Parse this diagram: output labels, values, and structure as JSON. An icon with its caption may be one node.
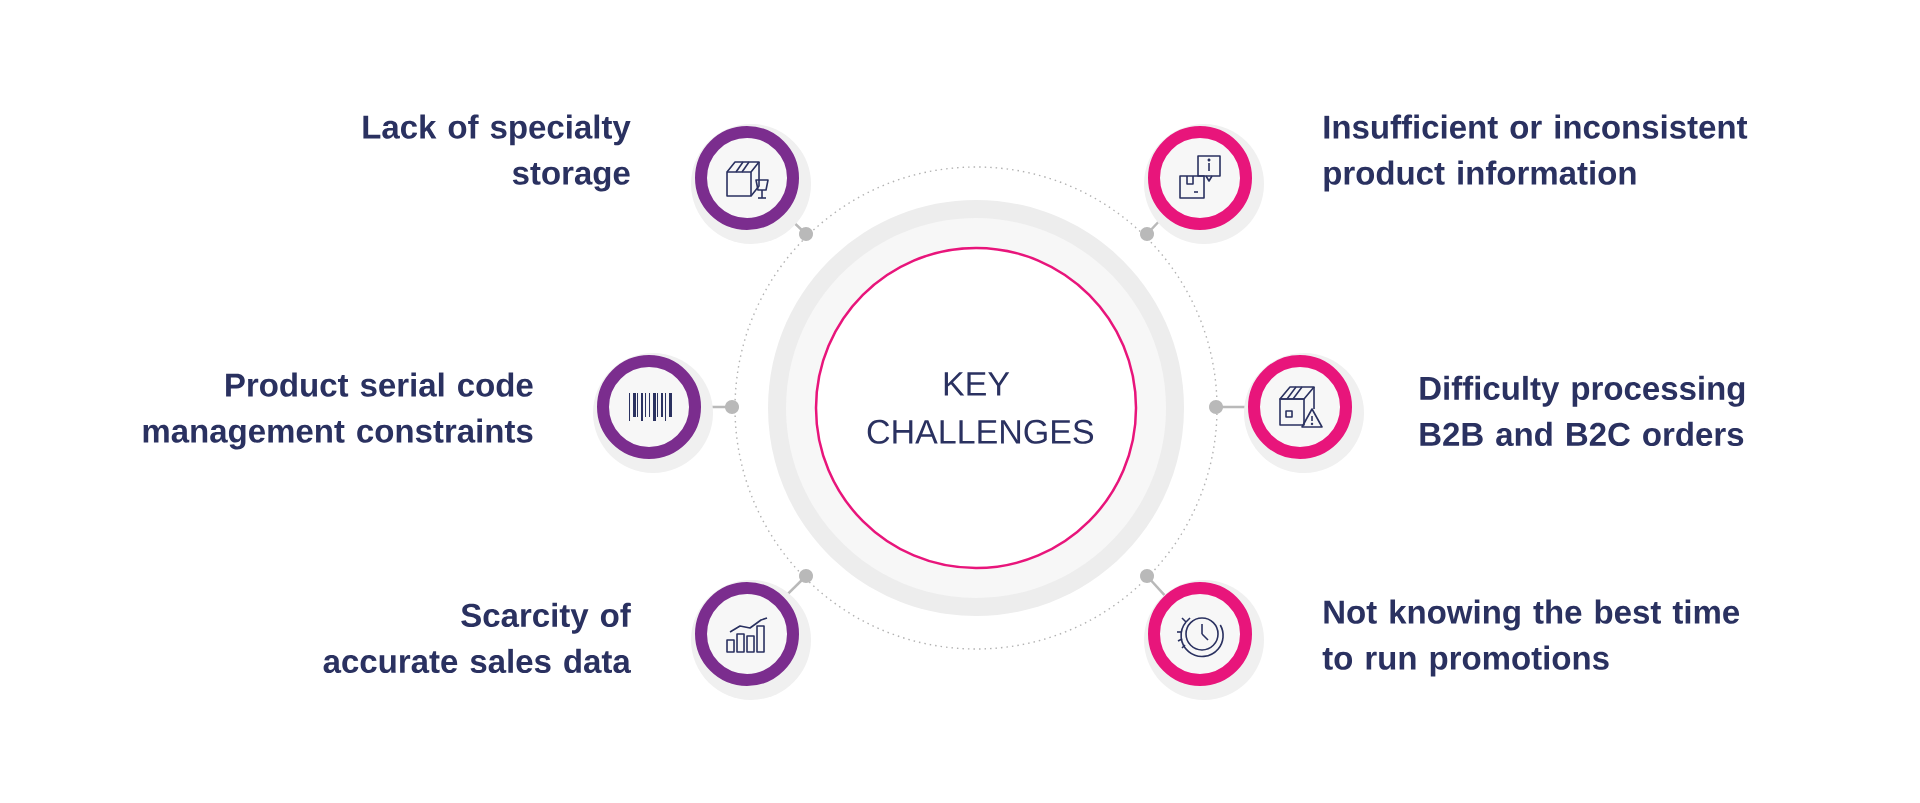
{
  "diagram": {
    "nodes": [
      {
        "text": [
          "KEY CHALLENGES"
        ]
      },
      {
        "text": [
          "Lack of specialty storage"
        ]
      },
      {
        "text": [
          "Insufficient or inconsistent product information"
        ]
      },
      {
        "text": [
          "Product serial code management constraints"
        ]
      },
      {
        "text": [
          "Difficulty processing B2B and B2C orders"
        ]
      },
      {
        "text": [
          "Scarcity of accurate sales data"
        ]
      },
      {
        "text": [
          "Not knowing the best time to run promotions"
        ]
      }
    ]
  }
}
